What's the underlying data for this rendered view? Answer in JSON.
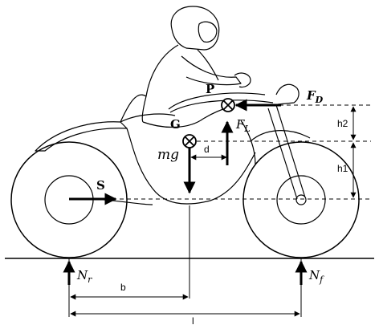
{
  "labels": {
    "P": "P",
    "G": "G",
    "S": "S",
    "mg": "mg",
    "d": "d",
    "FL_base": "F",
    "FL_sub": "L",
    "FD_base": "F",
    "FD_sub": "D",
    "Nr_base": "N",
    "Nr_sub": "r",
    "Nf_base": "N",
    "Nf_sub": "f",
    "h1": "h1",
    "h2": "h2",
    "b": "b",
    "l": "l"
  }
}
